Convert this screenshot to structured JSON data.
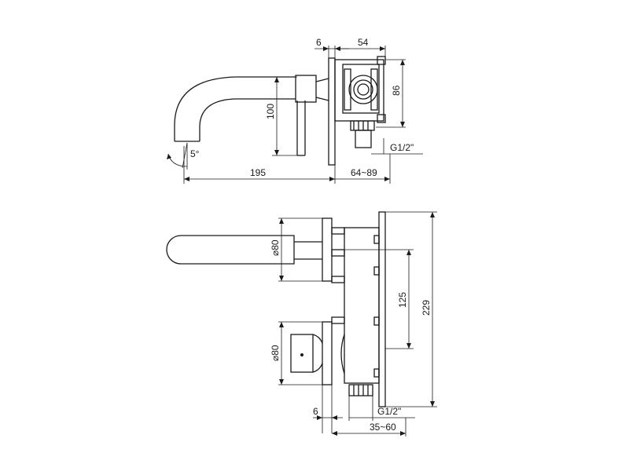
{
  "side_view": {
    "dim_flange": "6",
    "dim_box_width": "54",
    "dim_box_height": "86",
    "dim_spout_height": "100",
    "dim_spout_projection": "195",
    "dim_wall_depth": "64~89",
    "dim_thread": "G1/2\"",
    "dim_angle": "5°"
  },
  "front_view": {
    "dim_spout_plate": "⌀80",
    "dim_handle_plate": "⌀80",
    "dim_center_distance": "125",
    "dim_total_height": "229",
    "dim_flange": "6",
    "dim_thread": "G1/2\"",
    "dim_wall_depth": "35~60"
  }
}
